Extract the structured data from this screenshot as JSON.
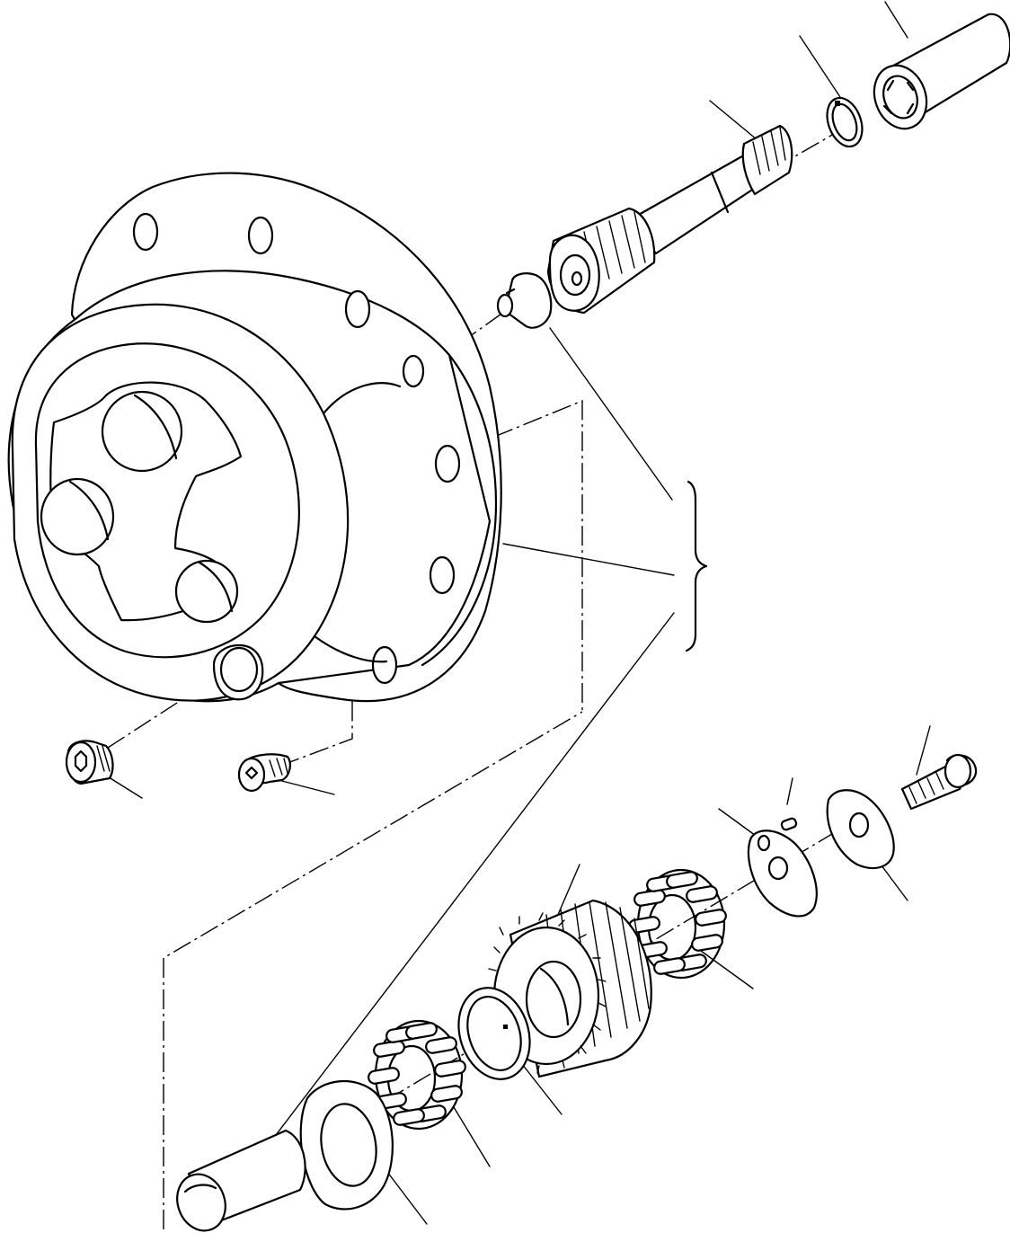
{
  "diagram": {
    "kind": "exploded-parts-view",
    "line_color": "#000000",
    "background": "#ffffff",
    "parts": [
      "planetary-hub-housing",
      "splined-sleeve",
      "snap-ring",
      "sun-gear-shaft",
      "thrust-pin",
      "drain-plug",
      "countersunk-screw",
      "planet-pin",
      "thrust-washer",
      "needle-roller-set-outer",
      "spacer-ring",
      "planet-gear",
      "needle-roller-set-inner",
      "retainer-plate",
      "roll-pin",
      "cover-washer",
      "cap-screw"
    ]
  }
}
